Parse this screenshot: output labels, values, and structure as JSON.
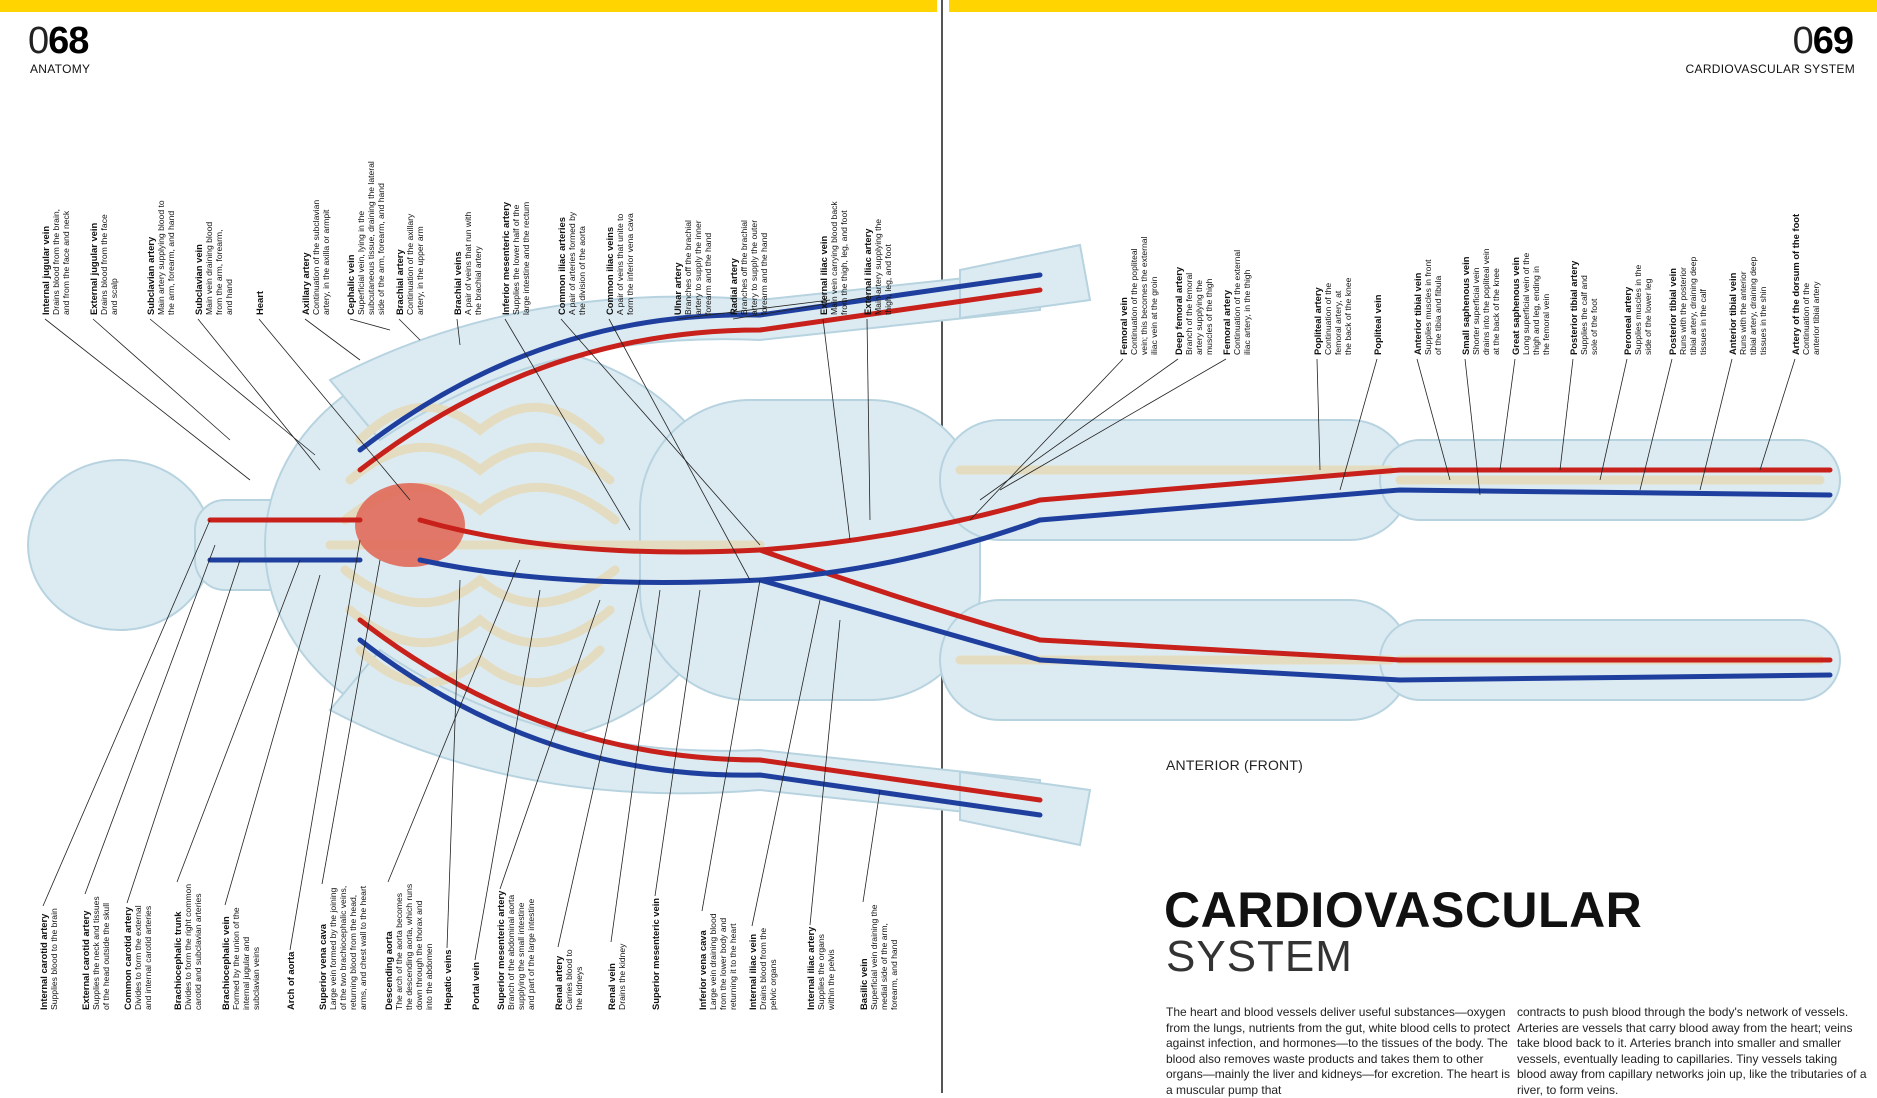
{
  "header": {
    "left_page_prefix": "0",
    "left_page_num": "68",
    "left_section": "ANATOMY",
    "right_page_prefix": "0",
    "right_page_num": "69",
    "right_section": "CARDIOVASCULAR SYSTEM"
  },
  "figure": {
    "view_label": "ANTERIOR (FRONT)"
  },
  "top_labels": [
    {
      "name": "Internal jugular vein",
      "desc": [
        "Drains blood from the brain,",
        "and from the face and neck"
      ]
    },
    {
      "name": "External jugular vein",
      "desc": [
        "Drains blood from the face",
        "and scalp"
      ]
    },
    {
      "name": "Subclavian artery",
      "desc": [
        "Main artery supplying blood to",
        "the arm, forearm, and hand"
      ]
    },
    {
      "name": "Subclavian vein",
      "desc": [
        "Main vein draining blood",
        "from the arm, forearm,",
        "and hand"
      ]
    },
    {
      "name": "Heart",
      "desc": []
    },
    {
      "name": "Axillary artery",
      "desc": [
        "Continuation of the subclavian",
        "artery, in the axilla or armpit"
      ]
    },
    {
      "name": "Cephalic vein",
      "desc": [
        "Superficial vein, lying in the",
        "subcutaneous tissue, draining the lateral",
        "side of the arm, forearm, and hand"
      ]
    },
    {
      "name": "Brachial artery",
      "desc": [
        "Continuation of the axillary",
        "artery, in the upper arm"
      ]
    },
    {
      "name": "Brachial veins",
      "desc": [
        "A pair of veins that run with",
        "the brachial artery"
      ]
    },
    {
      "name": "Inferior mesenteric artery",
      "desc": [
        "Supplies the lower half of the",
        "large intestine and the rectum"
      ]
    },
    {
      "name": "Common iliac arteries",
      "desc": [
        "A pair of arteries formed by",
        "the division of the aorta"
      ]
    },
    {
      "name": "Common iliac veins",
      "desc": [
        "A pair of veins that unite to",
        "form the inferior vena cava"
      ]
    },
    {
      "name": "Ulnar artery",
      "desc": [
        "Branches off the brachial",
        "artery to supply the inner",
        "forearm and the hand"
      ]
    },
    {
      "name": "Radial artery",
      "desc": [
        "Branches off the brachial",
        "artery to supply the outer",
        "forearm and the hand"
      ]
    },
    {
      "name": "External iliac vein",
      "desc": [
        "Main vein carrying blood back",
        "from the thigh, leg, and foot"
      ]
    },
    {
      "name": "External iliac artery",
      "desc": [
        "Main artery supplying the",
        "thigh, leg, and foot"
      ]
    }
  ],
  "right_labels": [
    {
      "name": "Femoral vein",
      "desc": [
        "Continuation of the popliteal",
        "vein; this becomes the external",
        "iliac vein at the groin"
      ]
    },
    {
      "name": "Deep femoral artery",
      "desc": [
        "Branch of the femoral",
        "artery supplying the",
        "muscles of the thigh"
      ]
    },
    {
      "name": "Femoral artery",
      "desc": [
        "Continuation of the external",
        "iliac artery, in the thigh"
      ]
    },
    {
      "name": "Popliteal artery",
      "desc": [
        "Continuation of the",
        "femoral artery, at",
        "the back of the knee"
      ]
    },
    {
      "name": "Popliteal vein",
      "desc": []
    },
    {
      "name": "Anterior tibial vein",
      "desc": [
        "Supplies muscles in front",
        "of the tibia and fibula"
      ]
    },
    {
      "name": "Small saphenous vein",
      "desc": [
        "Shorter superficial vein",
        "drains into the popliteal vein",
        "at the back of the knee"
      ]
    },
    {
      "name": "Great saphenous vein",
      "desc": [
        "Long superficial vein of the",
        "thigh and leg, ending in",
        "the femoral vein"
      ]
    },
    {
      "name": "Posterior tibial artery",
      "desc": [
        "Supplies the calf and",
        "sole of the foot"
      ]
    },
    {
      "name": "Peroneal artery",
      "desc": [
        "Supplies muscles in the",
        "side of the lower leg"
      ]
    },
    {
      "name": "Posterior tibial vein",
      "desc": [
        "Runs with the posterior",
        "tibial artery, draining deep",
        "tissues in the calf"
      ]
    },
    {
      "name": "Anterior tibial vein",
      "desc": [
        "Runs with the anterior",
        "tibial artery, draining deep",
        "tissues in the shin"
      ]
    },
    {
      "name": "Artery of the dorsum of the foot",
      "desc": [
        "Continuation of the",
        "anterior tibial artery"
      ]
    }
  ],
  "bottom_labels": [
    {
      "name": "Internal carotid artery",
      "desc": [
        "Supplies blood to the brain"
      ]
    },
    {
      "name": "External carotid artery",
      "desc": [
        "Supplies the neck and tissues",
        "of the head outside the skull"
      ]
    },
    {
      "name": "Common carotid artery",
      "desc": [
        "Divides to form the external",
        "and internal carotid arteries"
      ]
    },
    {
      "name": "Brachiocephalic trunk",
      "desc": [
        "Divides to form the right common",
        "carotid and subclavian arteries"
      ]
    },
    {
      "name": "Brachiocephalic vein",
      "desc": [
        "Formed by the union of the",
        "internal jugular and",
        "subclavian veins"
      ]
    },
    {
      "name": "Arch of aorta",
      "desc": []
    },
    {
      "name": "Superior vena cava",
      "desc": [
        "Large vein formed by the joining",
        "of the two brachiocephalic veins,",
        "returning blood from the head,",
        "arms, and chest wall to the heart"
      ]
    },
    {
      "name": "Descending aorta",
      "desc": [
        "The arch of the aorta becomes",
        "the descending aorta, which runs",
        "down through the thorax and",
        "into the abdomen"
      ]
    },
    {
      "name": "Hepatic veins",
      "desc": []
    },
    {
      "name": "Portal vein",
      "desc": []
    },
    {
      "name": "Superior mesenteric artery",
      "desc": [
        "Branch of the abdominal aorta",
        "supplying the small intestine",
        "and part of the large intestine"
      ]
    },
    {
      "name": "Renal artery",
      "desc": [
        "Carries blood to",
        "the kidneys"
      ]
    },
    {
      "name": "Renal vein",
      "desc": [
        "Drains the kidney"
      ]
    },
    {
      "name": "Superior mesenteric vein",
      "desc": []
    },
    {
      "name": "Inferior vena cava",
      "desc": [
        "Large vein draining blood",
        "from the lower body and",
        "returning it to the heart"
      ]
    },
    {
      "name": "Internal iliac vein",
      "desc": [
        "Drains blood from the",
        "pelvic organs"
      ]
    },
    {
      "name": "Internal iliac artery",
      "desc": [
        "Supplies the organs",
        "within the pelvis"
      ]
    },
    {
      "name": "Basilic vein",
      "desc": [
        "Superficial vein draining the",
        "medial side of the arm,",
        "forearm, and hand"
      ]
    }
  ],
  "main": {
    "title_line1": "CARDIOVASCULAR",
    "title_line2": "SYSTEM",
    "body_col1": "The heart and blood vessels deliver useful substances—oxygen from the lungs, nutrients from the gut, white blood cells to protect against infection, and hormones—to the tissues of the body. The blood also removes waste products and takes them to other organs—mainly the liver and kidneys—for excretion. The heart is a muscular pump that",
    "body_col2": "contracts to push blood through the body's network of vessels. Arteries are vessels that carry blood away from the heart; veins take blood back to it. Arteries branch into smaller and smaller vessels, eventually leading to capillaries. Tiny vessels taking blood away from capillary networks join up, like the tributaries of a river, to form veins."
  },
  "colors": {
    "artery": "#c8201a",
    "vein": "#1f3f9e",
    "bone": "#ece6cf",
    "skin": "#dcebf2",
    "band": "#ffd400"
  }
}
